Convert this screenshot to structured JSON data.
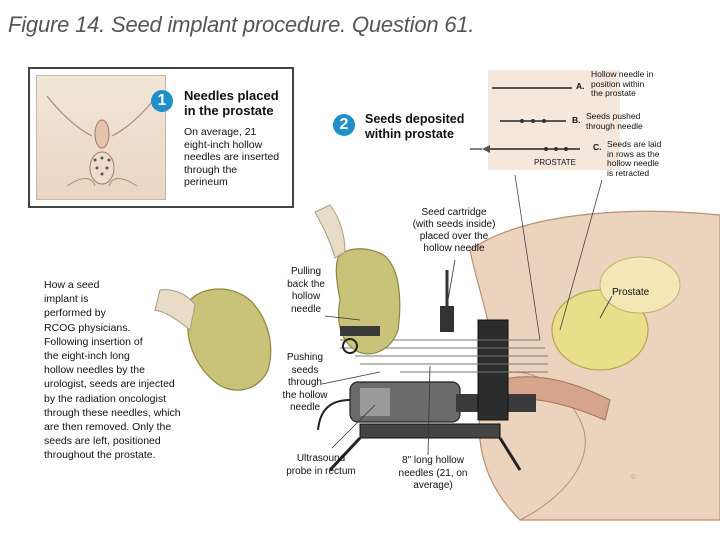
{
  "figure_title": "Figure 14. Seed implant procedure. Question 61.",
  "step1": {
    "number": "1",
    "heading_lines": [
      "Needles placed",
      "in the prostate"
    ],
    "body_lines": [
      "On average, 21",
      "eight-inch hollow",
      "needles are inserted",
      "through the",
      "perineum"
    ]
  },
  "step2": {
    "number": "2",
    "heading_lines": [
      "Seeds deposited",
      "within prostate"
    ]
  },
  "detail": {
    "a_letter": "A.",
    "a_lines": [
      "Hollow needle in",
      "position within",
      "the prostate"
    ],
    "b_letter": "B.",
    "b_lines": [
      "Seeds pushed",
      "through needle"
    ],
    "c_letter": "C.",
    "c_lines": [
      "Seeds are laid",
      "in rows as the",
      "hollow needle",
      "is retracted"
    ],
    "prostate_label": "PROSTATE"
  },
  "labels": {
    "seed_cartridge": [
      "Seed cartridge",
      "(with seeds inside)",
      "placed over the",
      "hollow needle"
    ],
    "prostate": "Prostate",
    "pulling": [
      "Pulling",
      "back the",
      "hollow",
      "needle"
    ],
    "pushing": [
      "Pushing",
      "seeds",
      "through",
      "the hollow",
      "needle"
    ],
    "ultrasound": [
      "Ultrasound",
      "probe in rectum"
    ],
    "needles": [
      "8\" long hollow",
      "needles (21, on",
      "average)"
    ]
  },
  "description_lines": [
    "How a seed",
    "implant is",
    "performed by",
    "RCOG physicians.",
    "Following insertion of",
    "the eight-inch long",
    "hollow needles by the",
    "urologist, seeds are injected",
    "by the radiation oncologist",
    "through these needles, which",
    "are then removed. Only the",
    "seeds are left, positioned",
    "throughout the prostate."
  ],
  "colors": {
    "badge": "#1f8fc9",
    "skin": "#ecd3bd",
    "glove": "#c9c37a",
    "prostate": "#e9df8a",
    "device": "#3a3a3a"
  },
  "icons": [
    "step-number-badge",
    "needle-arrow",
    "glove-hand",
    "ultrasound-probe",
    "needle-template"
  ]
}
